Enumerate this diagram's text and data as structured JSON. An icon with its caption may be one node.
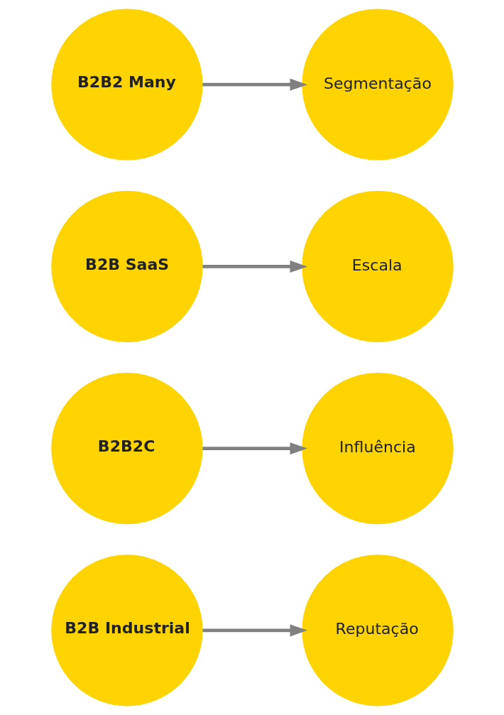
{
  "diagram": {
    "nodes": [
      {
        "text": [
          "B2B Industrial"
        ]
      },
      {
        "text": [
          "Reputação"
        ]
      },
      {
        "text": [
          "B2B2C"
        ]
      },
      {
        "text": [
          "Influência"
        ]
      },
      {
        "text": [
          "B2B SaaS"
        ]
      },
      {
        "text": [
          "Escala"
        ]
      },
      {
        "text": [
          "B2B2 Many"
        ]
      },
      {
        "text": [
          "Segmentação"
        ]
      }
    ],
    "edges": [
      {
        "from": 0,
        "to": 1,
        "arrow": "to"
      },
      {
        "from": 2,
        "to": 3,
        "arrow": "to"
      },
      {
        "from": 4,
        "to": 5,
        "arrow": "to"
      },
      {
        "from": 6,
        "to": 7,
        "arrow": "to"
      }
    ]
  }
}
